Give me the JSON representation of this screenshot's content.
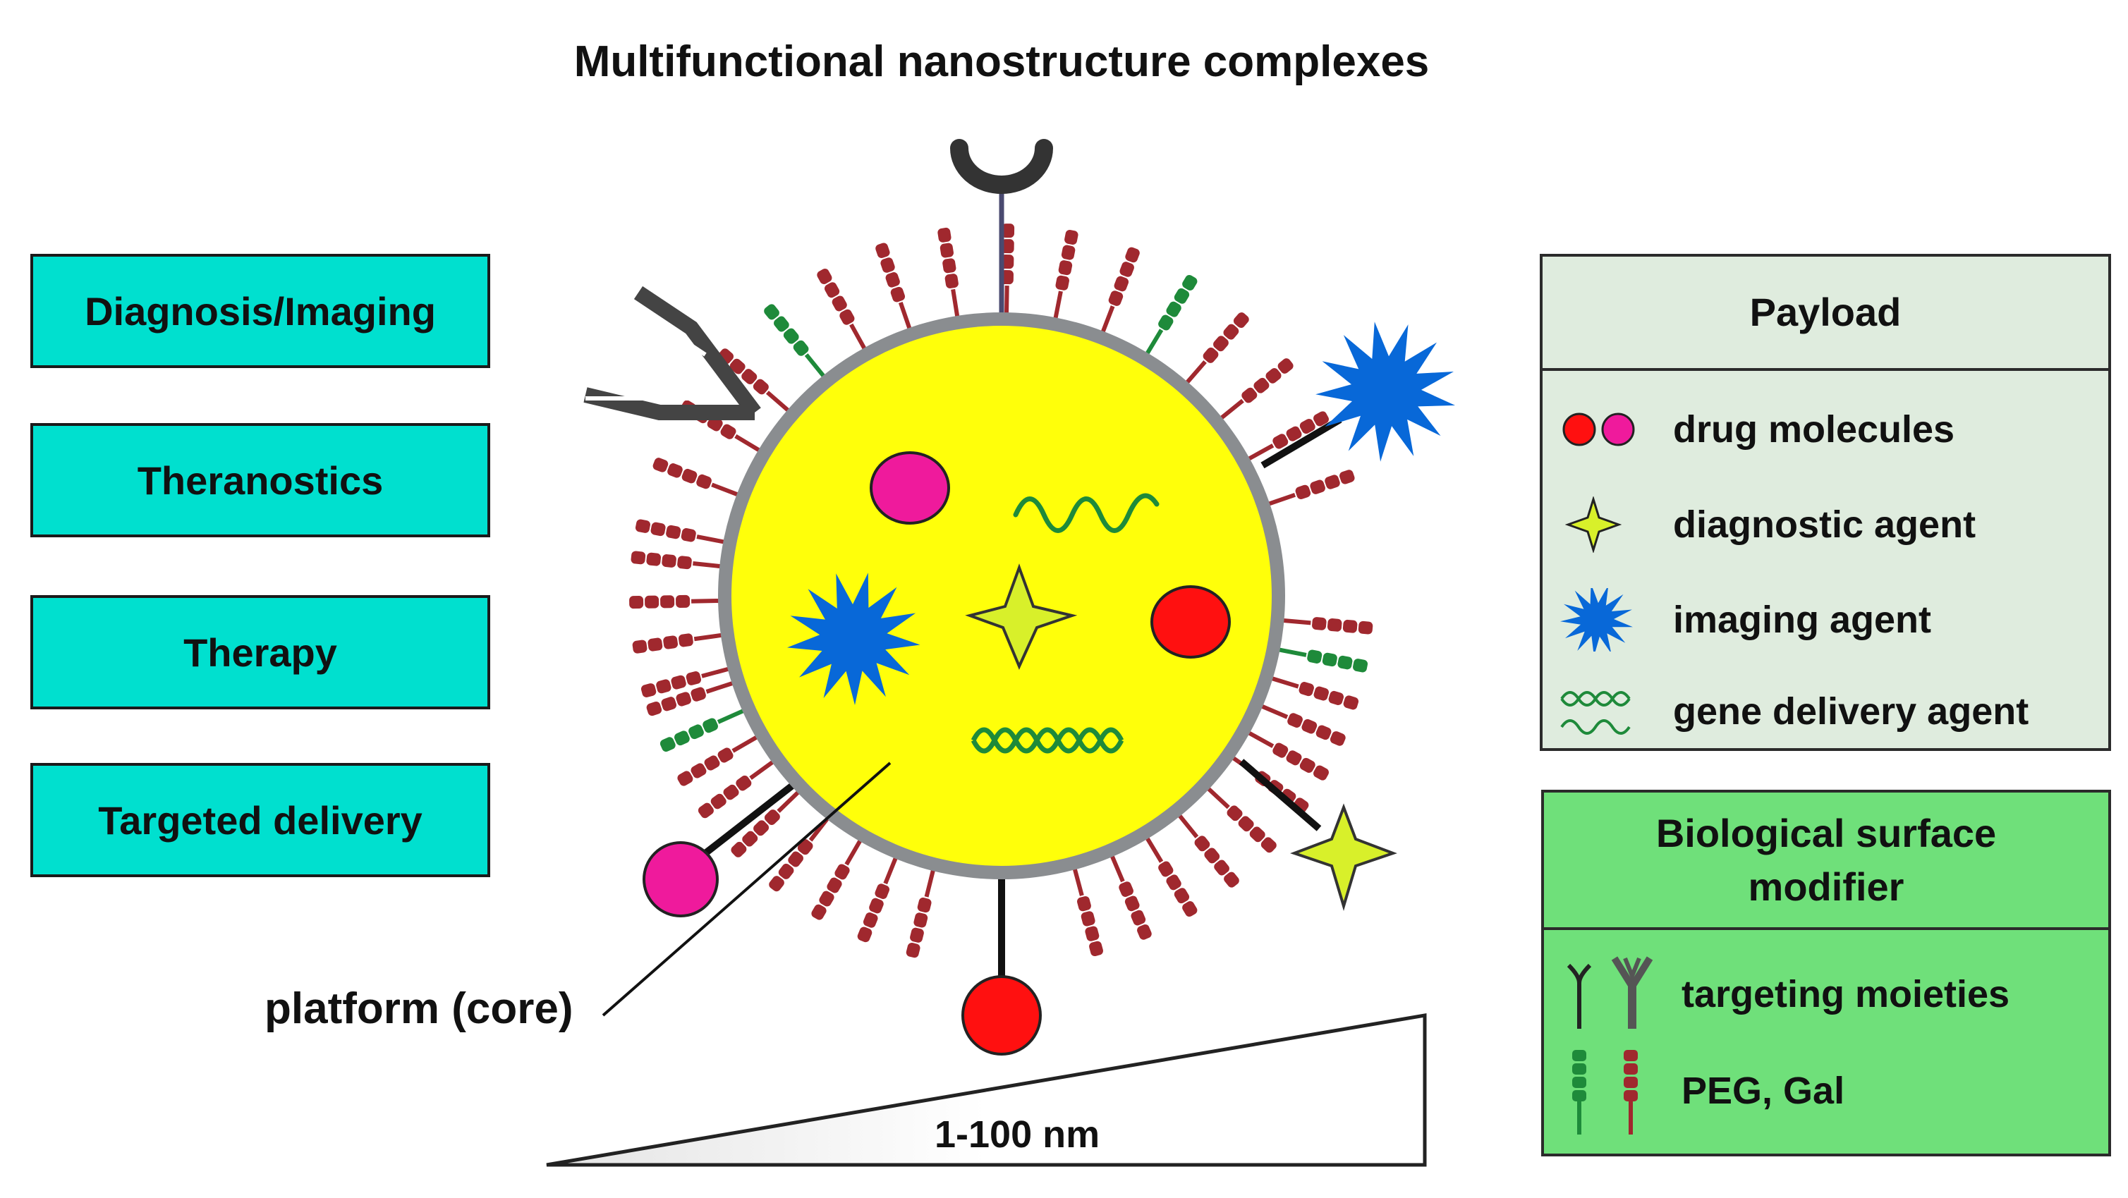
{
  "title": "Multifunctional nanostructure complexes",
  "applications": [
    "Diagnosis/Imaging",
    "Theranostics",
    "Therapy",
    "Targeted delivery"
  ],
  "core_label": "platform (core)",
  "scale_label": "1-100 nm",
  "payload": {
    "header": "Payload",
    "items": [
      {
        "label": "drug molecules",
        "icon": "drug-molecules-icon"
      },
      {
        "label": "diagnostic agent",
        "icon": "star-icon"
      },
      {
        "label": "imaging agent",
        "icon": "burst-icon"
      },
      {
        "label": "gene delivery agent",
        "icon": "dna-icon"
      }
    ]
  },
  "surface_modifier": {
    "header": "Biological surface modifier",
    "items": [
      {
        "label": "targeting moieties",
        "icon": "antibody-icon"
      },
      {
        "label": "PEG, Gal",
        "icon": "peg-chain-icon"
      }
    ]
  },
  "colors": {
    "box_cyan": "#00e0cf",
    "payload_bg": "#dfecde",
    "modifier_bg": "#6fe07a",
    "core_yellow": "#ffff0a",
    "shell_gray": "#8a8d90",
    "drug_red": "#ff1010",
    "drug_pink": "#ef1a9c",
    "imaging_blue": "#0868d8",
    "diagnostic_green": "#d8f02a",
    "peg_red": "#a0282e",
    "peg_green": "#1e8a3a",
    "antibody_gray": "#4a4a4a"
  }
}
